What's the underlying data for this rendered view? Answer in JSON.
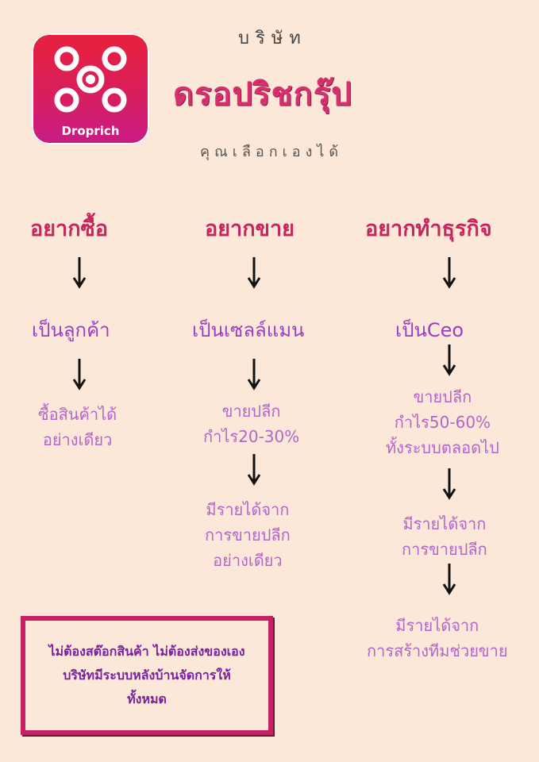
{
  "logo": {
    "text": "Droprich",
    "icon": "drone-icon"
  },
  "header": {
    "company_label": "บริษัท",
    "company_name": "ดรอปริชกรุ๊ป",
    "tagline": "คุณเลือกเองได้"
  },
  "columns": [
    {
      "heading": "อยากซื้อ",
      "role": "เป็นลูกค้า",
      "steps": [
        [
          "ซื้อสินค้าได้",
          "อย่างเดียว"
        ]
      ]
    },
    {
      "heading": "อยากขาย",
      "role": "เป็นเซลล์แมน",
      "steps": [
        [
          "ขายปลีก",
          "กำไร20-30%"
        ],
        [
          "มีรายได้จาก",
          "การขายปลีก",
          "อย่างเดียว"
        ]
      ]
    },
    {
      "heading": "อยากทำธุรกิจ",
      "role": "เป็นCeo",
      "steps": [
        [
          "ขายปลีก",
          "กำไร50-60%",
          "ทั้งระบบตลอดไป"
        ],
        [
          "มีรายได้จาก",
          "การขายปลีก"
        ],
        [
          "มีรายได้จาก",
          "การสร้างทีมช่วยขาย"
        ]
      ]
    }
  ],
  "notice": {
    "lines": [
      "ไม่ต้องสต๊อกสินค้า ไม่ต้องส่งของเอง",
      "บริษัทมีระบบหลังบ้านจัดการให้",
      "ทั้งหมด"
    ]
  },
  "colors": {
    "background": "#fbe8d8",
    "heading": "#c8245e",
    "role": "#9a3fc4",
    "desc": "#b266c8",
    "notice_border": "#c61f63"
  }
}
